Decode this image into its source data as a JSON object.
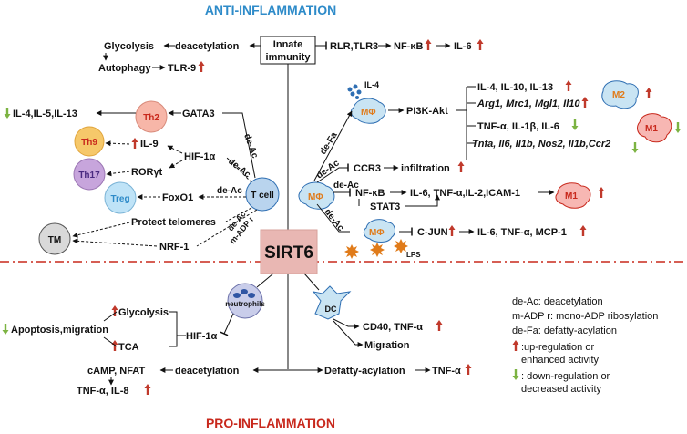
{
  "titles": {
    "top": "ANTI-INFLAMMATION",
    "bottom": "PRO-INFLAMMATION",
    "top_color": "#2e8bc9",
    "bottom_color": "#c8281c"
  },
  "center": {
    "label": "SIRT6",
    "fill": "#e9b7b3"
  },
  "innate": {
    "line1": "Innate",
    "line2": "immunity"
  },
  "anti": {
    "glycolysis": "Glycolysis",
    "deacetylation": "deacetylation",
    "autophagy": "Autophagy",
    "tlr9": "TLR-9",
    "rlr": "RLR,TLR3",
    "nfkb": "NF-κB",
    "il6": "IL-6",
    "il4_top": "IL-4",
    "pi3k": "PI3K-Akt",
    "m2_line1": "IL-4, IL-10, IL-13",
    "m2_line2": "Arg1, Mrc1, Mgl1, Il10",
    "m1_line1": "TNF-α, IL-1β, IL-6",
    "m1_line2": "Tnfa, Il6, Il1b, Nos2, Il1b,Ccr2",
    "ccr3": "CCR3",
    "infiltration": "infiltration",
    "nfkb2": "NF-κB",
    "cytokines2": "IL-6, TNF-α,IL-2,ICAM-1",
    "stat3": "STAT3",
    "cjun": "C-JUN",
    "cytokines3": "IL-6, TNF-α, MCP-1",
    "lps": "LPS",
    "de_fa": "de-Fa",
    "de_ac": "de-Ac",
    "m_adpr": "m-ADP r"
  },
  "tcell": {
    "gata3": "GATA3",
    "hif": "HIF-1α",
    "il9": "IL-9",
    "roryt": "RORγt",
    "foxo1": "FoxO1",
    "protect": "Protect telomeres",
    "nrf1": "NRF-1",
    "il4513": "IL-4,IL-5,IL-13",
    "de_ac": "de-Ac",
    "m_adpr": "m-ADP r"
  },
  "cells": {
    "th2": "Th2",
    "th9": "Th9",
    "th17": "Th17",
    "treg": "Treg",
    "tm": "TM",
    "tcell": "T cell",
    "mphi": "MΦ",
    "m2": "M2",
    "m1": "M1",
    "neutrophils": "neutrophils",
    "dc": "DC"
  },
  "pro": {
    "glycolysis": "Glycolysis",
    "apoptosis": "Apoptosis,migration",
    "hif": "HIF-1α",
    "tca": "TCA",
    "camp": "cAMP, NFAT",
    "deacetylation": "deacetylation",
    "defatty": "Defatty-acylation",
    "tnfa": "TNF-α",
    "tnf_il8": "TNF-α, IL-8",
    "cd40": "CD40, TNF-α",
    "migration": "Migration"
  },
  "legend": [
    "de-Ac: deacetylation",
    "m-ADP r: mono-ADP ribosylation",
    "de-Fa: defatty-acylation",
    ":up-regulation or",
    "enhanced activity",
    ": down-regulation or",
    "decreased activity"
  ],
  "colors": {
    "up_arrow": "#c0392b",
    "down_arrow": "#7cb342",
    "th2": "#f7b6a8",
    "th9": "#f6c86a",
    "th17": "#c7a5dc",
    "treg": "#bfe3f7",
    "tm": "#d9d9d9",
    "tcell": "#b9d4ee",
    "mphi": "#c9e4f3",
    "m2": "#c9e4f3",
    "m1": "#f7b7b3",
    "divider": "#c8281c"
  }
}
